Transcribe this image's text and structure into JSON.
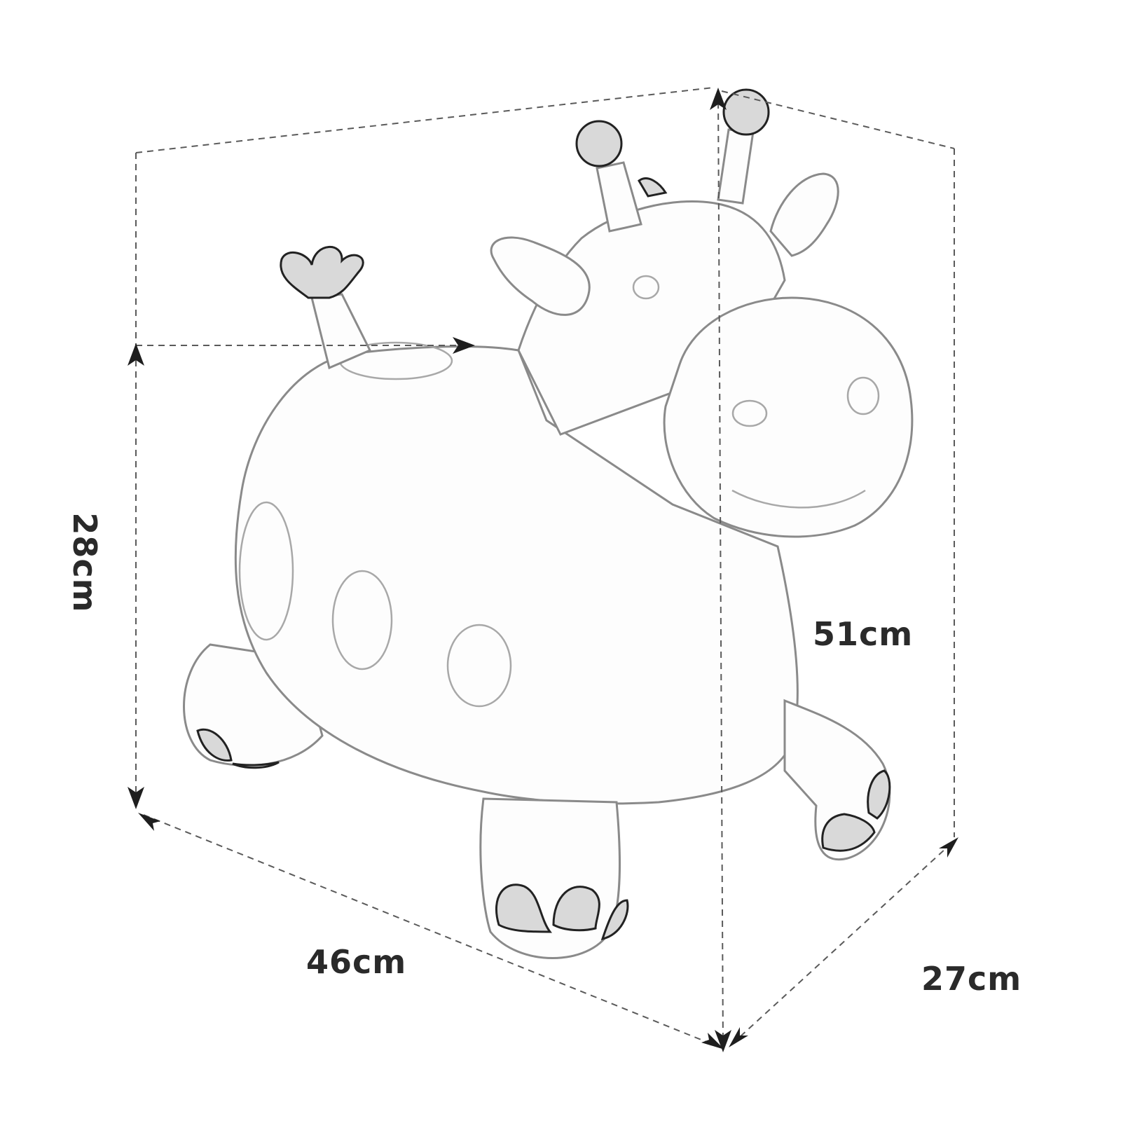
{
  "dimensions": {
    "height_label": "28cm",
    "overall_height_label": "51cm",
    "length_label": "46cm",
    "width_label": "27cm"
  },
  "colors": {
    "line": "#5a5a5a",
    "text": "#2a2a2a",
    "sketch": "#8a8a8a"
  }
}
